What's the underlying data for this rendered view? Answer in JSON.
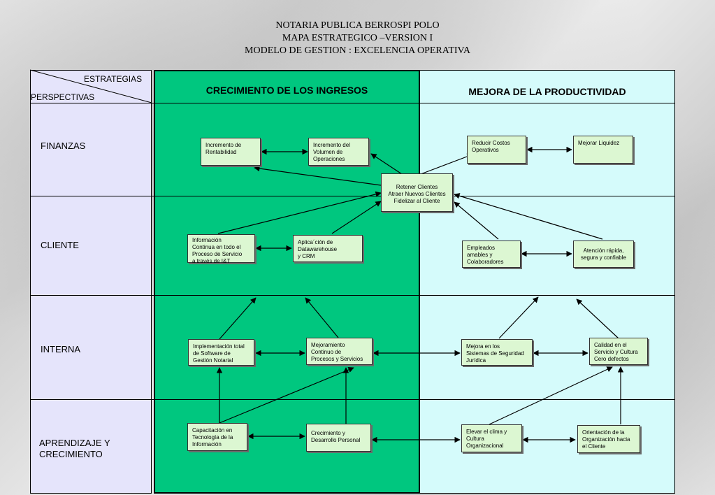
{
  "title": {
    "line1": "NOTARIA PUBLICA BERROSPI POLO",
    "line2": "MAPA ESTRATEGICO –VERSION I",
    "line3": "MODELO DE GESTION : EXCELENCIA OPERATIVA"
  },
  "header": {
    "strategies": "ESTRATEGIAS",
    "perspectives": "PERSPECTIVAS",
    "col1": "CRECIMIENTO DE LOS INGRESOS",
    "col2": "MEJORA DE LA PRODUCTIVIDAD"
  },
  "perspectives": {
    "finanzas": "FINANZAS",
    "cliente": "CLIENTE",
    "interna": "INTERNA",
    "aprendizaje": "APRENDIZAJE Y\nCRECIMIENTO"
  },
  "boxes": {
    "rentabilidad": "Incremento de\nRentabilidad",
    "volumen": "Incremento del\nVolumen de\nOperaciones",
    "costos": "Reducir Costos\nOperativos",
    "liquidez": "Mejorar Liquidez",
    "retener": "Retener Clientes\nAtraer Nuevos Clientes\nFidelizar al Cliente",
    "informacion": "Información\nContinua en todo el\nProceso de Servicio\na través de I&T",
    "datawarehouse": "Aplica´ción de\n Datawarehouse\ny CRM",
    "empleados": "Empleados\namables y\nColaboradores",
    "atencion": "Atención rápida,\nsegura y confiable",
    "software": "Implementación total\nde Software de\nGestión Notarial",
    "mejoramiento": "Mejoramiento\nContinuo de\nProcesos y Servicios",
    "seguridad": "Mejora en los\nSistemas de Seguridad\nJurídica",
    "calidad": "Calidad en el\nServicio y Cultura\nCero defectos",
    "capacitacion": "Capacitación en\nTecnología de la\nInformación",
    "crecimiento": "Crecimiento y\nDesarrollo Personal",
    "clima": "Elevar el clima y\nCultura\nOrganizacional",
    "orientacion": "Orientación de la\nOrganización hacia\nel Cliente"
  }
}
